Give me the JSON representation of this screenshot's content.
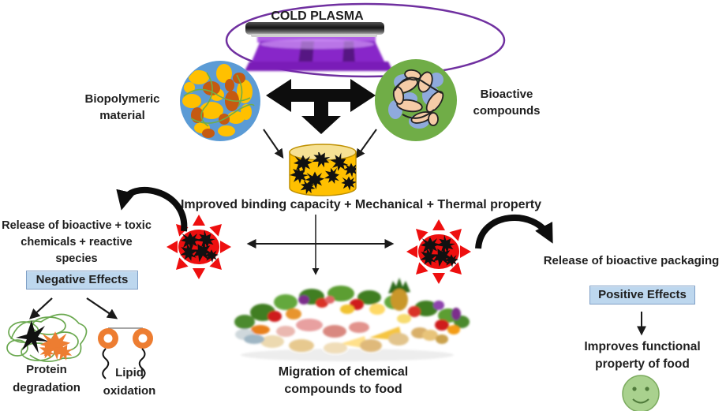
{
  "diagram": {
    "title": "COLD PLASMA",
    "inputs": {
      "biopolymeric_label": "Biopolymeric material",
      "bioactive_label": "Bioactive compounds"
    },
    "center": {
      "improved_label": "Improved binding capacity + Mechanical + Thermal property",
      "migration_label": "Migration of chemical compounds to food"
    },
    "negative": {
      "release_label": "Release of bioactive + toxic chemicals + reactive species",
      "box_label": "Negative Effects",
      "protein_label": "Protein degradation",
      "lipid_label": "Lipid oxidation"
    },
    "positive": {
      "release_label": "Release of bioactive packaging",
      "box_label": "Positive Effects",
      "improves_label": "Improves functional property of food"
    }
  },
  "icons": {
    "cold_plasma_device": "plasma-electrode-with-purple-discharge",
    "biopolymeric_circle": "blue-circle-with-polymer-fragments",
    "bioactive_circle": "green-circle-with-compound-strands",
    "treated_cylinder": "yellow-cylinder-with-black-particles",
    "reactive_species_sun": "red-sun-with-black-particles",
    "protein_degradation": "tangled-green-protein-with-black-star-and-orange-splat",
    "lipid_oxidation": "two-orange-lipid-headgroups-with-wavy-tails",
    "food_pile": "assorted-fruits-vegetables-meat-cheese-pile",
    "smiley_face": "green-smiley-face"
  },
  "colors": {
    "box_fill": "#bdd7ee",
    "box_border": "#7f9fc6",
    "plasma_purple": "#7030a0",
    "biopolymer_blue": "#5b9bd5",
    "bioactive_green": "#70ad47",
    "cylinder_yellow": "#ffc000",
    "sun_red": "#ee0f0f",
    "smiley_green": "#a9d18e",
    "text_dark": "#1f1f1f"
  }
}
